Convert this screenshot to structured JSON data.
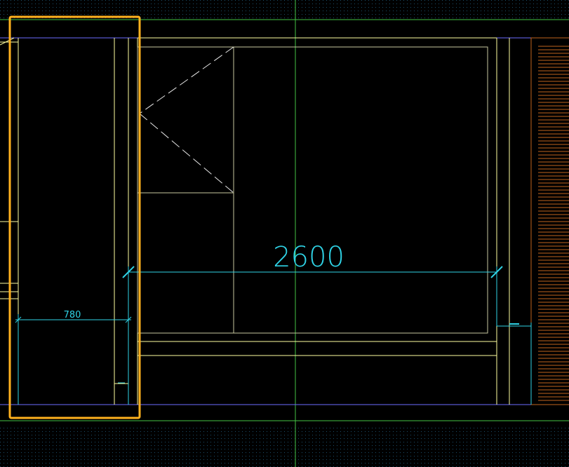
{
  "drawing": {
    "dimensions": {
      "large": {
        "value": "2600"
      },
      "small": {
        "value": "780"
      }
    },
    "colors": {
      "background": "#000000",
      "grid_dots": "#1c4f6b",
      "axis_green": "#43c443",
      "wall_yellow": "#ffffa0",
      "wall_blue": "#6b6bff",
      "dimension_cyan": "#2fd3e6",
      "hatch_orange": "#c0651e",
      "selection_orange": "#ffb21e",
      "door_swing": "#e8e8e8"
    },
    "selection": {
      "state": "selected"
    }
  }
}
